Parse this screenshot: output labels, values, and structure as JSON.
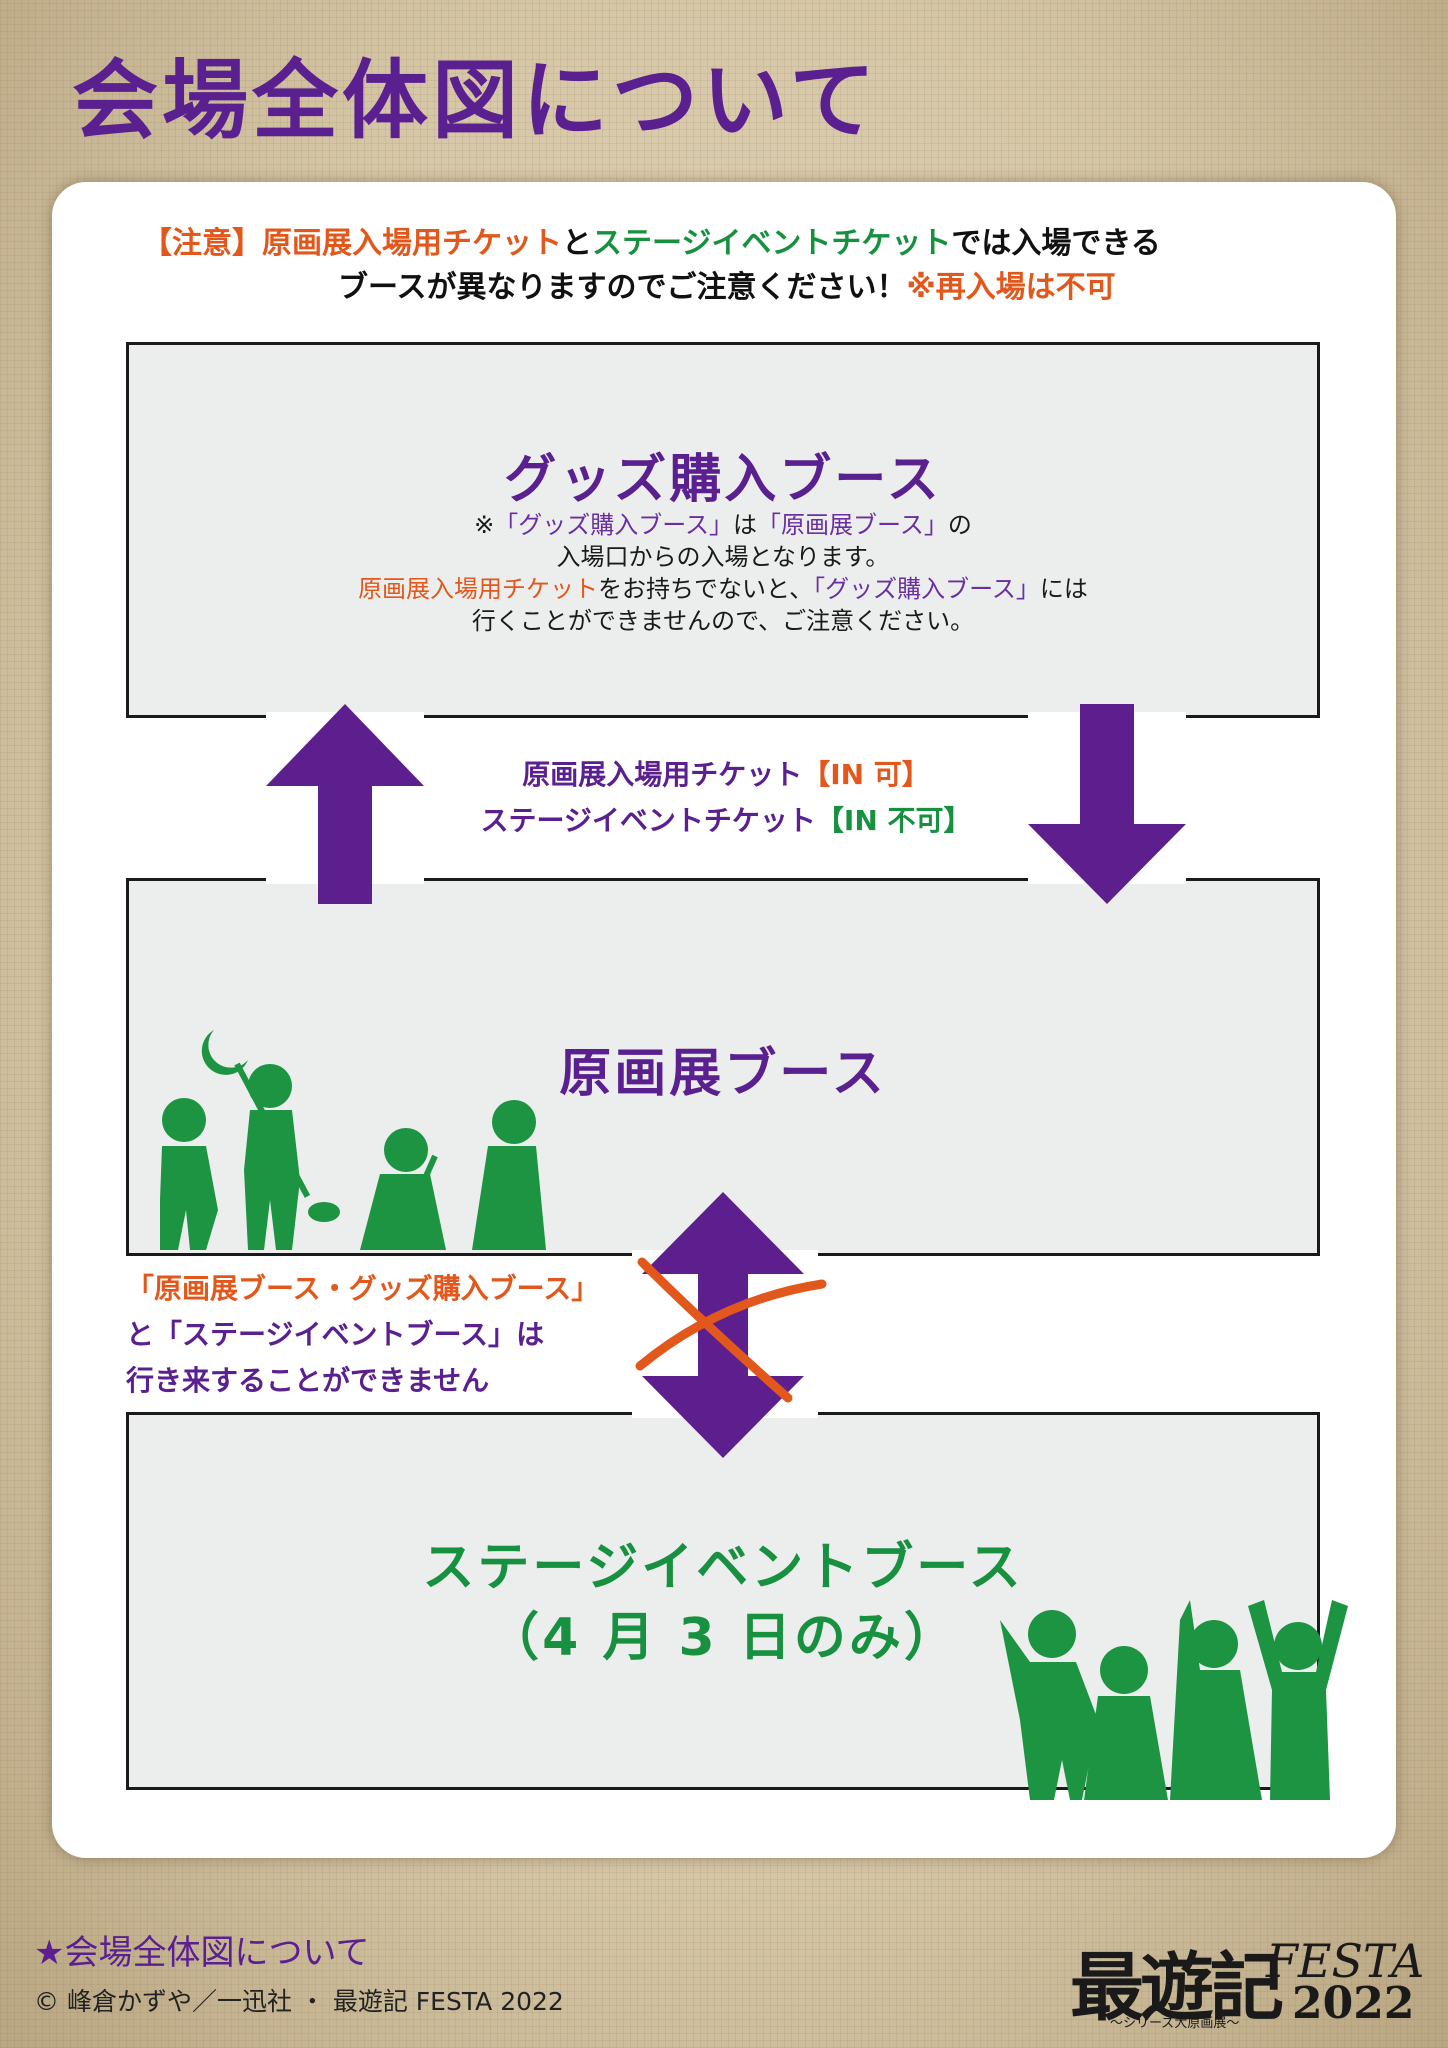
{
  "title": "会場全体図について",
  "notice": {
    "prefix": "【注意】",
    "ticket_art": "原画展入場用チケット",
    "and": "と",
    "ticket_stage": "ステージイベントチケット",
    "line1_rest": "では入場できる",
    "line2": "ブースが異なりますのでご注意ください！",
    "no_reentry": "※再入場は不可"
  },
  "goods_booth": {
    "title": "グッズ購入ブース",
    "note": {
      "l1_a": "※",
      "l1_b": "「グッズ購入ブース」",
      "l1_c": "は",
      "l1_d": "「原画展ブース」",
      "l1_e": "の",
      "l2": "入場口からの入場となります。",
      "l3_a": "原画展入場用チケット",
      "l3_b": "をお持ちでないと、",
      "l3_c": "「グッズ購入ブース」",
      "l3_d": "には",
      "l4": "行くことができませんので、ご注意ください。"
    }
  },
  "mid_label": {
    "art_ticket": "原画展入場用チケット",
    "art_ok": "【IN 可】",
    "stage_ticket": "ステージイベントチケット",
    "stage_ng": "【IN 不可】"
  },
  "art_booth": {
    "title": "原画展ブース"
  },
  "no_pass": {
    "l1": "「原画展ブース・グッズ購入ブース」",
    "l2_a": "と",
    "l2_b": "「ステージイベントブース」",
    "l2_c": "は",
    "l3": "行き来することができません"
  },
  "stage_booth": {
    "title": "ステージイベントブース",
    "subtitle": "（4 月 3 日のみ）"
  },
  "footer": {
    "caption": "★会場全体図について",
    "copyright": "© 峰倉かずや／一迅社 ・ 最遊記 FESTA 2022"
  },
  "logo": {
    "main": "最遊記",
    "festa": "FESTA",
    "year": "2022",
    "sub": "〜シリーズ大原画展〜"
  },
  "colors": {
    "purple": "#5b2090",
    "orange": "#e2581c",
    "green": "#17913f",
    "booth_fill": "#eceded"
  },
  "icons": [
    "up-arrow-icon",
    "down-arrow-icon",
    "double-arrow-icon",
    "cross-mark-icon",
    "character-silhouette-group-icon"
  ]
}
